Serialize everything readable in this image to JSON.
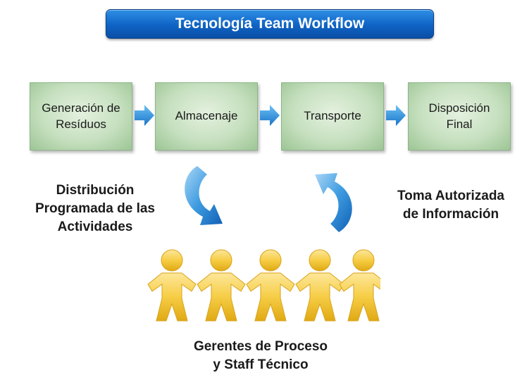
{
  "title": "Tecnología Team Workflow",
  "steps": [
    {
      "line1": "Generación de",
      "line2": "Resíduos"
    },
    {
      "line1": "Almacenaje",
      "line2": ""
    },
    {
      "line1": "Transporte",
      "line2": ""
    },
    {
      "line1": "Disposición",
      "line2": "Final"
    }
  ],
  "left_label": [
    "Distribución",
    "Programada de las",
    "Actividades"
  ],
  "right_label": [
    "Toma Autorizada",
    "de Información"
  ],
  "bottom_label": [
    "Gerentes de Proceso",
    "y  Staff Técnico"
  ],
  "icons": {
    "step_arrow": "right-arrow-icon",
    "cycle_down": "curved-arrow-down-icon",
    "cycle_up": "curved-arrow-up-icon",
    "group": "people-chain-icon"
  },
  "colors": {
    "title_bg": "#0f63c4",
    "step_bg": "#c6e0bf",
    "arrow": "#2a8fdc",
    "people": "#f5c842"
  }
}
